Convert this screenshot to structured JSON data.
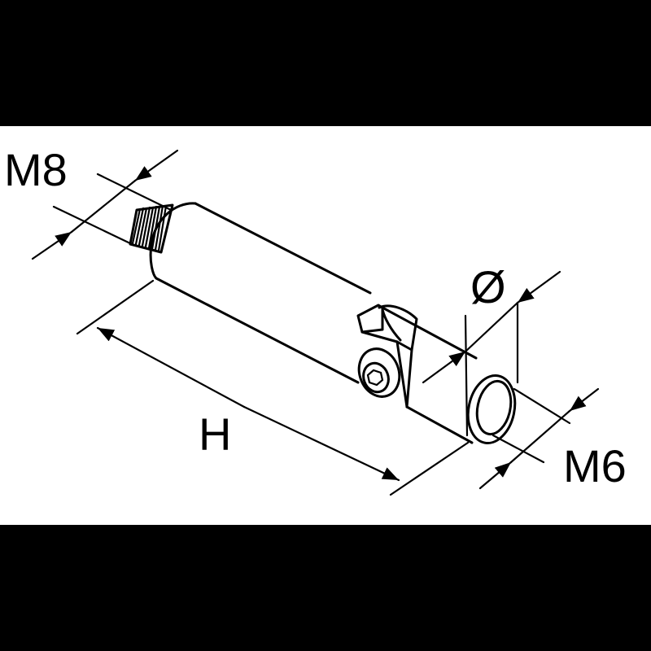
{
  "labels": {
    "thread_top": "M8",
    "length": "H",
    "diameter": "Ø",
    "thread_end": "M6"
  },
  "colors": {
    "background_band": "#000000",
    "drawing_background": "#ffffff",
    "line": "#000000"
  }
}
